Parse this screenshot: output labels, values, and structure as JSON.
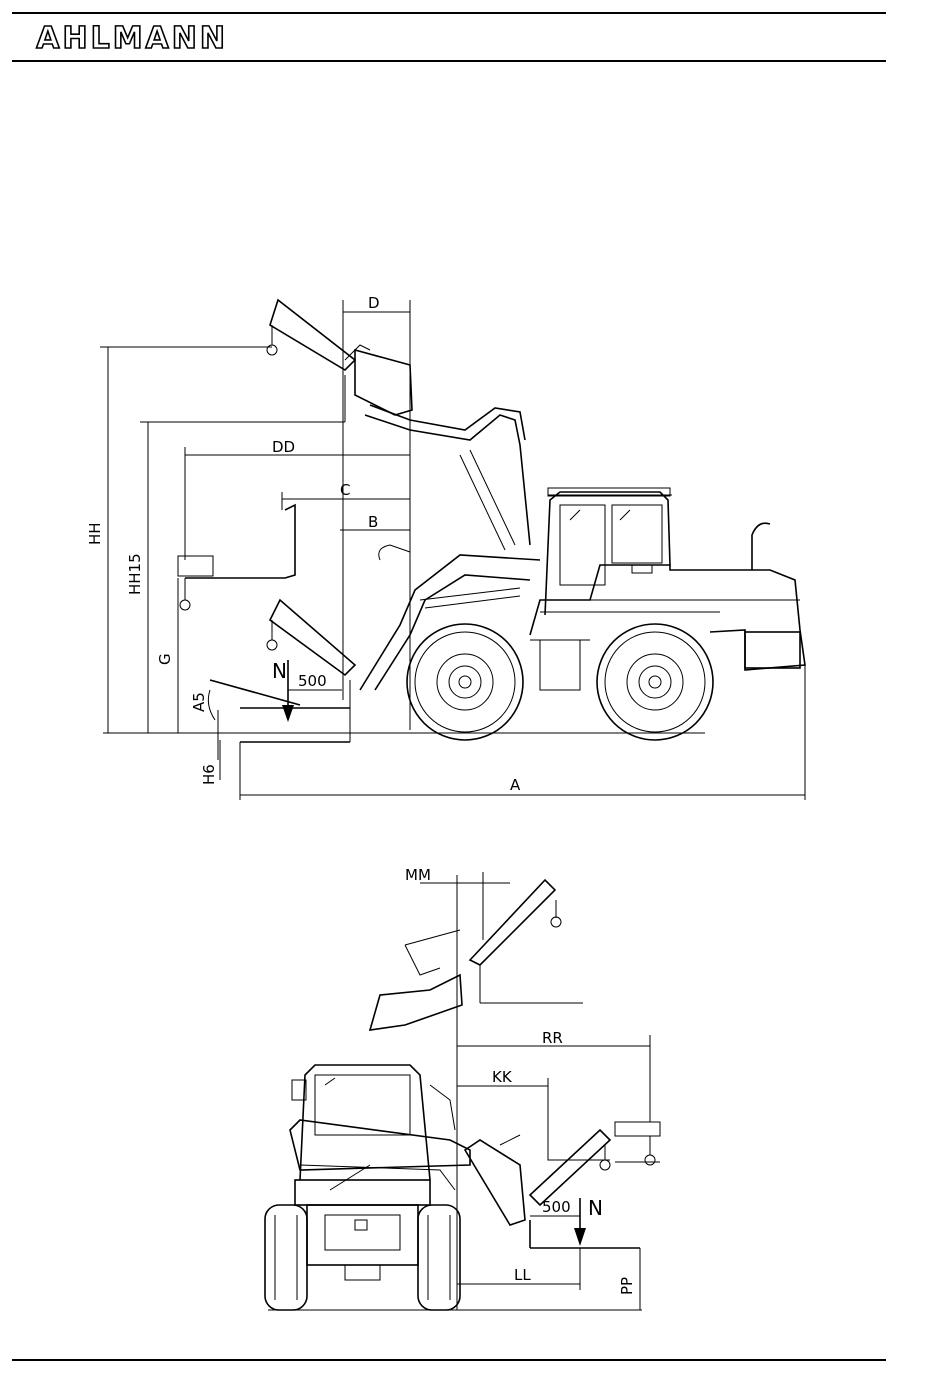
{
  "header": {
    "brand": "AHLMANN"
  },
  "side_view": {
    "labels": {
      "D": "D",
      "DD": "DD",
      "C": "C",
      "B": "B",
      "HH": "HH",
      "HH15": "HH15",
      "G": "G",
      "A5": "A5",
      "H6": "H6",
      "N": "N",
      "d500": "500",
      "A": "A"
    }
  },
  "front_view": {
    "labels": {
      "MM": "MM",
      "RR": "RR",
      "KK": "KK",
      "d500": "500",
      "N": "N",
      "LL": "LL",
      "PP": "PP"
    }
  }
}
